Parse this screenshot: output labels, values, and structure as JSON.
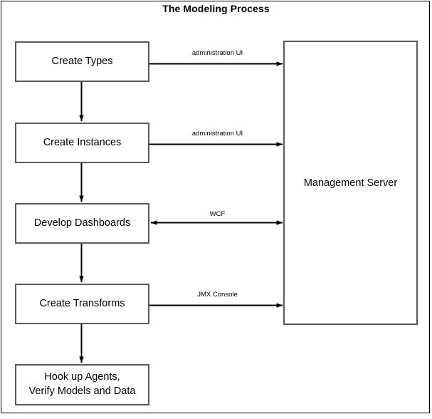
{
  "diagram": {
    "title": "The Modeling Process",
    "background_color": "#ffffff",
    "frame_color": "#000000",
    "box_border_color": "#5a5a5a",
    "connector_color": "#000000",
    "process_boxes": [
      {
        "id": "create-types",
        "label": "Create Types"
      },
      {
        "id": "create-instances",
        "label": "Create Instances"
      },
      {
        "id": "develop-dashboards",
        "label": "Develop Dashboards"
      },
      {
        "id": "create-transforms",
        "label": "Create Transforms"
      },
      {
        "id": "hook-up-agents",
        "label_line1": "Hook up Agents,",
        "label_line2": "Verify Models and Data"
      }
    ],
    "server_box": {
      "id": "management-server",
      "label": "Management Server"
    },
    "connectors": [
      {
        "id": "admin-ui-1",
        "label": "administration UI",
        "from": "create-types",
        "to": "management-server",
        "direction": "right"
      },
      {
        "id": "admin-ui-2",
        "label": "administration UI",
        "from": "create-instances",
        "to": "management-server",
        "direction": "right"
      },
      {
        "id": "wcf",
        "label": "WCF",
        "from": "develop-dashboards",
        "to": "management-server",
        "direction": "both"
      },
      {
        "id": "jmx",
        "label": "JMX Console",
        "from": "create-transforms",
        "to": "management-server",
        "direction": "right"
      }
    ],
    "flow_arrows": [
      {
        "id": "flow-1",
        "from": "create-types",
        "to": "create-instances",
        "direction": "down"
      },
      {
        "id": "flow-2",
        "from": "create-instances",
        "to": "develop-dashboards",
        "direction": "down"
      },
      {
        "id": "flow-3",
        "from": "develop-dashboards",
        "to": "create-transforms",
        "direction": "down"
      },
      {
        "id": "flow-4",
        "from": "create-transforms",
        "to": "hook-up-agents",
        "direction": "down"
      }
    ]
  }
}
